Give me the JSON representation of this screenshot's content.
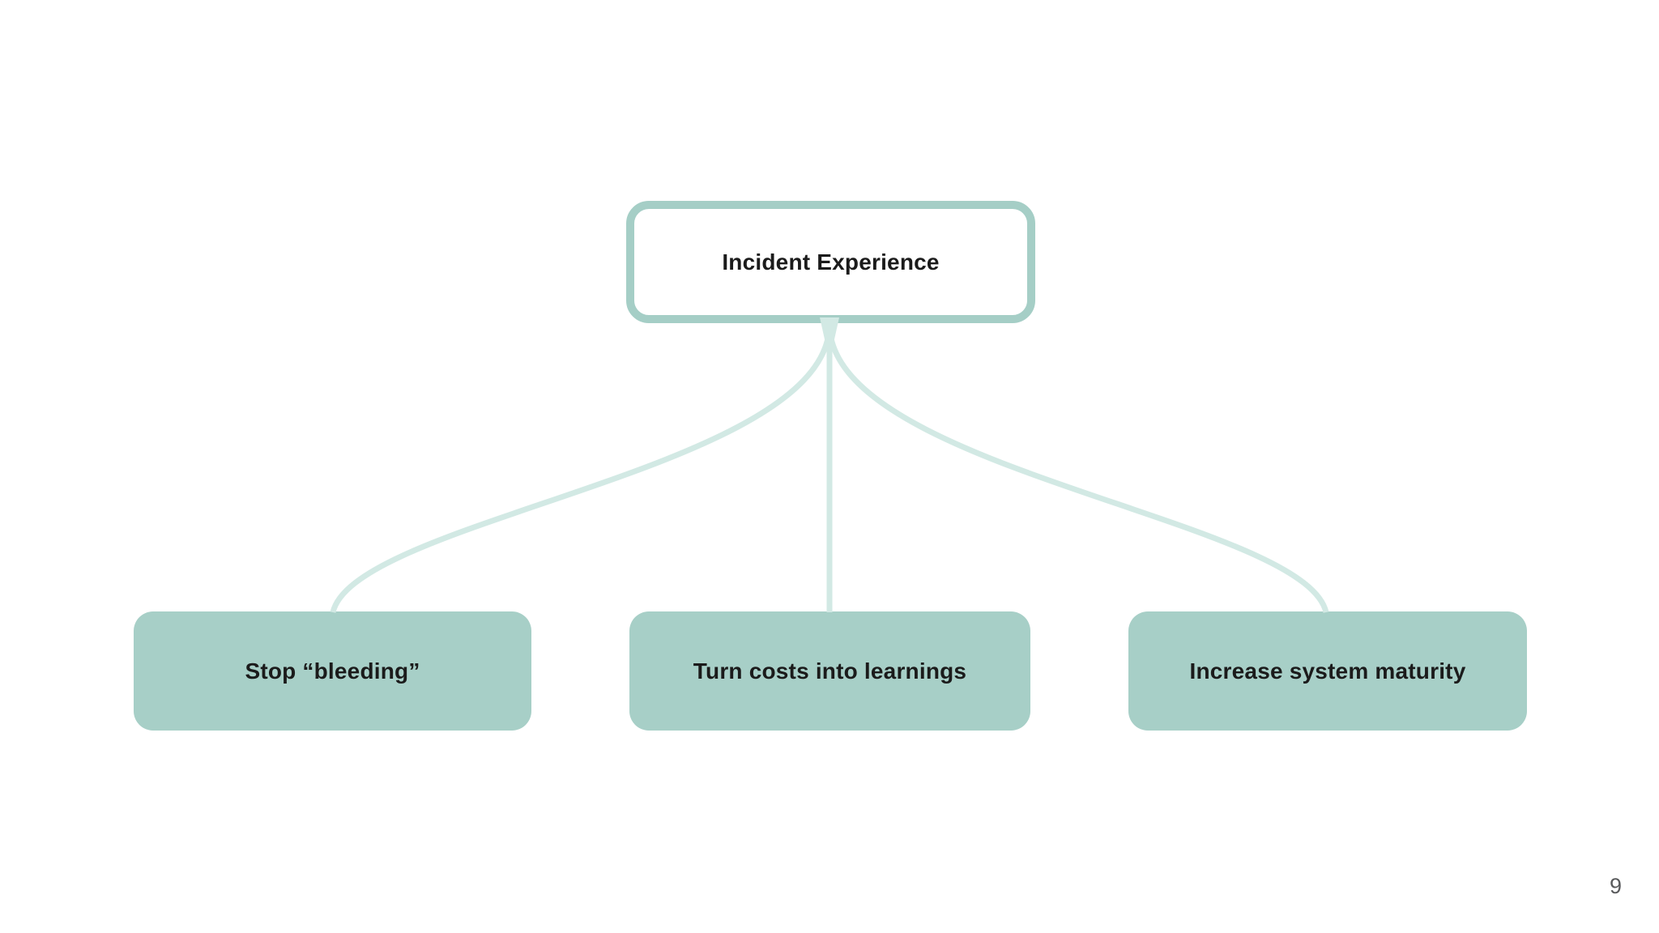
{
  "diagram": {
    "root": {
      "label": "Incident Experience"
    },
    "children": [
      {
        "label": "Stop “bleeding”"
      },
      {
        "label": "Turn costs into learnings"
      },
      {
        "label": "Increase system maturity"
      }
    ]
  },
  "page": {
    "number": "9"
  },
  "colors": {
    "background": "#ffffff",
    "node_stroke": "#a5cec6",
    "node_fill": "#a7cfc7",
    "connector": "#d2e9e4",
    "text": "#1b1b1b",
    "page_number_color": "#595a5c"
  }
}
